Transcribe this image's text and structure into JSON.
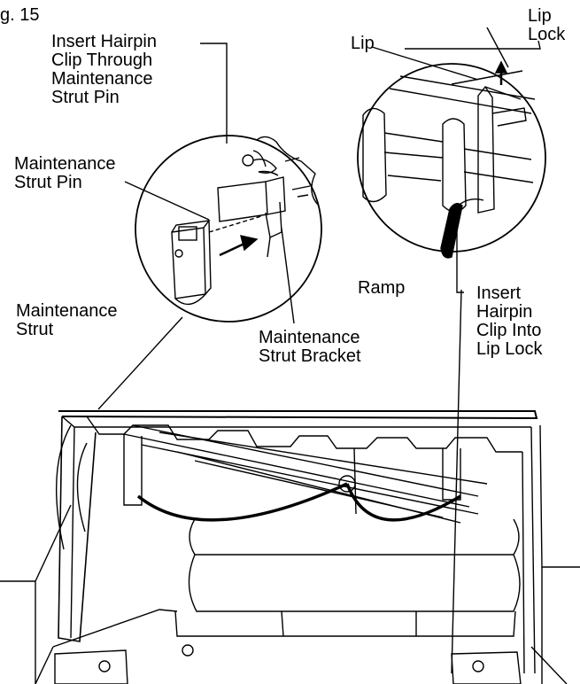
{
  "figure": {
    "label": "g. 15"
  },
  "callouts": {
    "insert_hairpin_through": "Insert Hairpin\nClip Through\nMaintenance\nStrut Pin",
    "maintenance_strut_pin": "Maintenance\nStrut Pin",
    "maintenance_strut": "Maintenance\nStrut",
    "maintenance_strut_bracket": "Maintenance\nStrut Bracket",
    "lip": "Lip",
    "lip_lock": "Lip\nLock",
    "ramp": "Ramp",
    "insert_hairpin_into_lip_lock": "Insert\nHairpin\nClip Into\nLip Lock"
  }
}
